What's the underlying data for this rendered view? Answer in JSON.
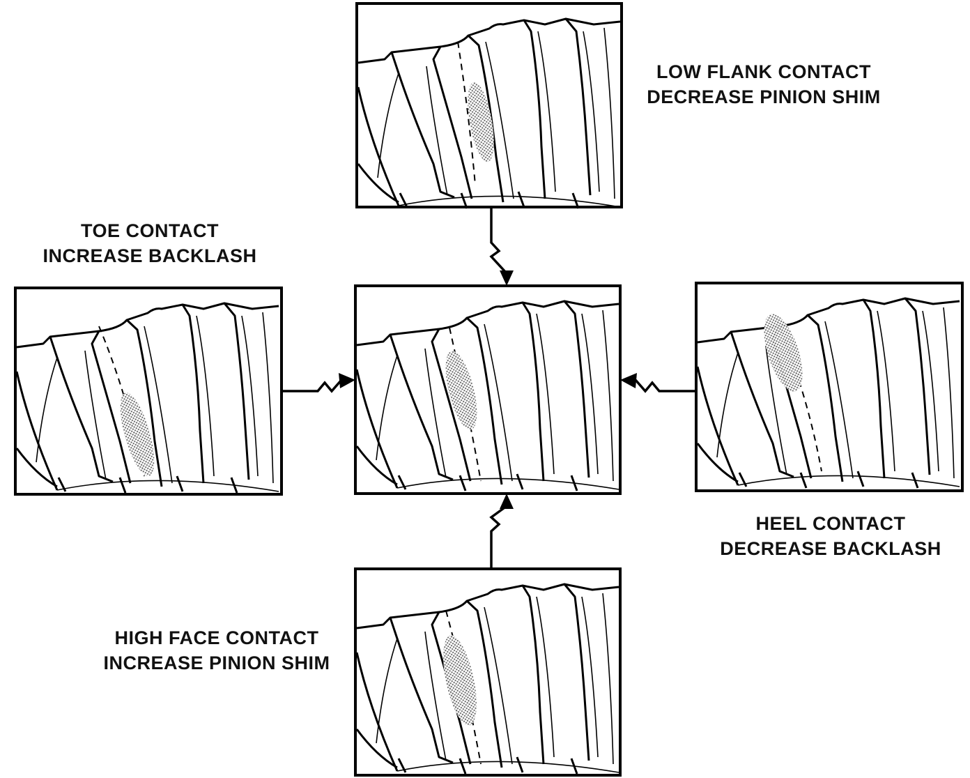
{
  "captions": {
    "top": {
      "line1": "LOW FLANK CONTACT",
      "line2": "DECREASE PINION SHIM"
    },
    "left": {
      "line1": "TOE CONTACT",
      "line2": "INCREASE BACKLASH"
    },
    "right": {
      "line1": "HEEL CONTACT",
      "line2": "DECREASE BACKLASH"
    },
    "bottom": {
      "line1": "HIGH FACE CONTACT",
      "line2": "INCREASE PINION SHIM"
    }
  },
  "colors": {
    "ink": "#000000",
    "paper": "#ffffff",
    "contact_pattern": "#7a7a7a"
  }
}
